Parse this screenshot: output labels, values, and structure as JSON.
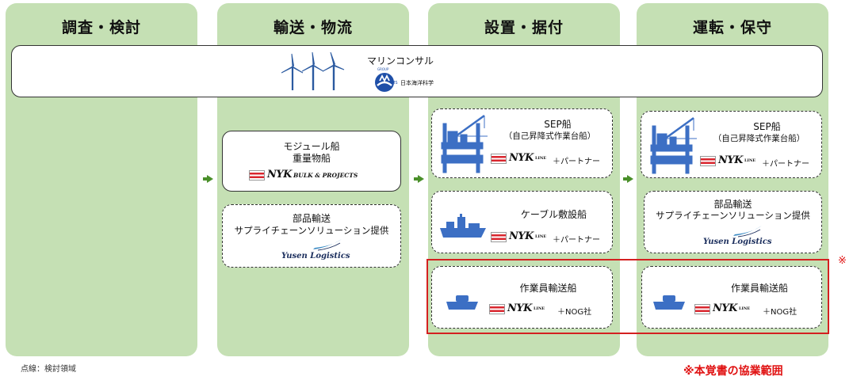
{
  "columns": [
    {
      "title": "調査・検討"
    },
    {
      "title": "輸送・物流"
    },
    {
      "title": "設置・据付"
    },
    {
      "title": "運転・保守"
    }
  ],
  "banner": {
    "partner_name": "マリンコンサル",
    "org_name": "日本海洋科学",
    "org_logo_letters": "MS",
    "org_logo_small": "GROUP"
  },
  "transport": {
    "module_ship": {
      "line1": "モジュール船",
      "line2": "重量物船",
      "brand": "NYK",
      "brand_suffix": "BULK & PROJECTS"
    },
    "parts": {
      "line1": "部品輸送",
      "line2": "サプライチェーンソリューション提供",
      "brand": "Yusen Logistics"
    }
  },
  "install": {
    "sep": {
      "line1": "SEP船",
      "line2": "（自己昇降式作業台船）",
      "brand": "NYK",
      "brand_suffix": "LINE",
      "partner": "＋パートナー"
    },
    "cable": {
      "line1": "ケーブル敷設船",
      "brand": "NYK",
      "brand_suffix": "LINE",
      "partner": "＋パートナー"
    },
    "crew": {
      "line1": "作業員輸送船",
      "brand": "NYK",
      "brand_suffix": "LINE",
      "partner": "＋NOG社"
    }
  },
  "operation": {
    "sep": {
      "line1": "SEP船",
      "line2": "（自己昇降式作業台船）",
      "brand": "NYK",
      "brand_suffix": "LINE",
      "partner": "＋パートナー"
    },
    "parts": {
      "line1": "部品輸送",
      "line2": "サプライチェーンソリューション提供",
      "brand": "Yusen Logistics"
    },
    "crew": {
      "line1": "作業員輸送船",
      "brand": "NYK",
      "brand_suffix": "LINE",
      "partner": "＋NOG社"
    }
  },
  "legend": {
    "dotted_note": "点線：検討領域",
    "scope_label": "※本覚書の協業範囲",
    "scope_mark": "※"
  },
  "colors": {
    "column_bg": "#c5e0b4",
    "arrow": "#4a8f2a",
    "ship_blue": "#3c6fc4",
    "red": "#d42020"
  }
}
